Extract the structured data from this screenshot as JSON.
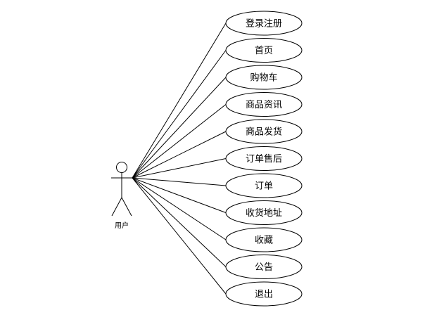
{
  "diagram": {
    "type": "use-case",
    "actor": {
      "label": "用户"
    },
    "use_cases": [
      {
        "label": "登录注册"
      },
      {
        "label": "首页"
      },
      {
        "label": "购物车"
      },
      {
        "label": "商品资讯"
      },
      {
        "label": "商品发货"
      },
      {
        "label": "订单售后"
      },
      {
        "label": "订单"
      },
      {
        "label": "收货地址"
      },
      {
        "label": "收藏"
      },
      {
        "label": "公告"
      },
      {
        "label": "退出"
      }
    ],
    "colors": {
      "stroke": "#000000",
      "fill": "#ffffff",
      "text": "#000000"
    }
  }
}
